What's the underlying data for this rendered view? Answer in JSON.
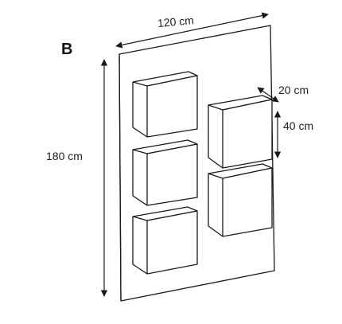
{
  "diagram": {
    "variant_label": "B",
    "dimensions": {
      "width": "120 cm",
      "height": "180 cm",
      "depth": "20 cm",
      "box_height": "40 cm"
    }
  }
}
